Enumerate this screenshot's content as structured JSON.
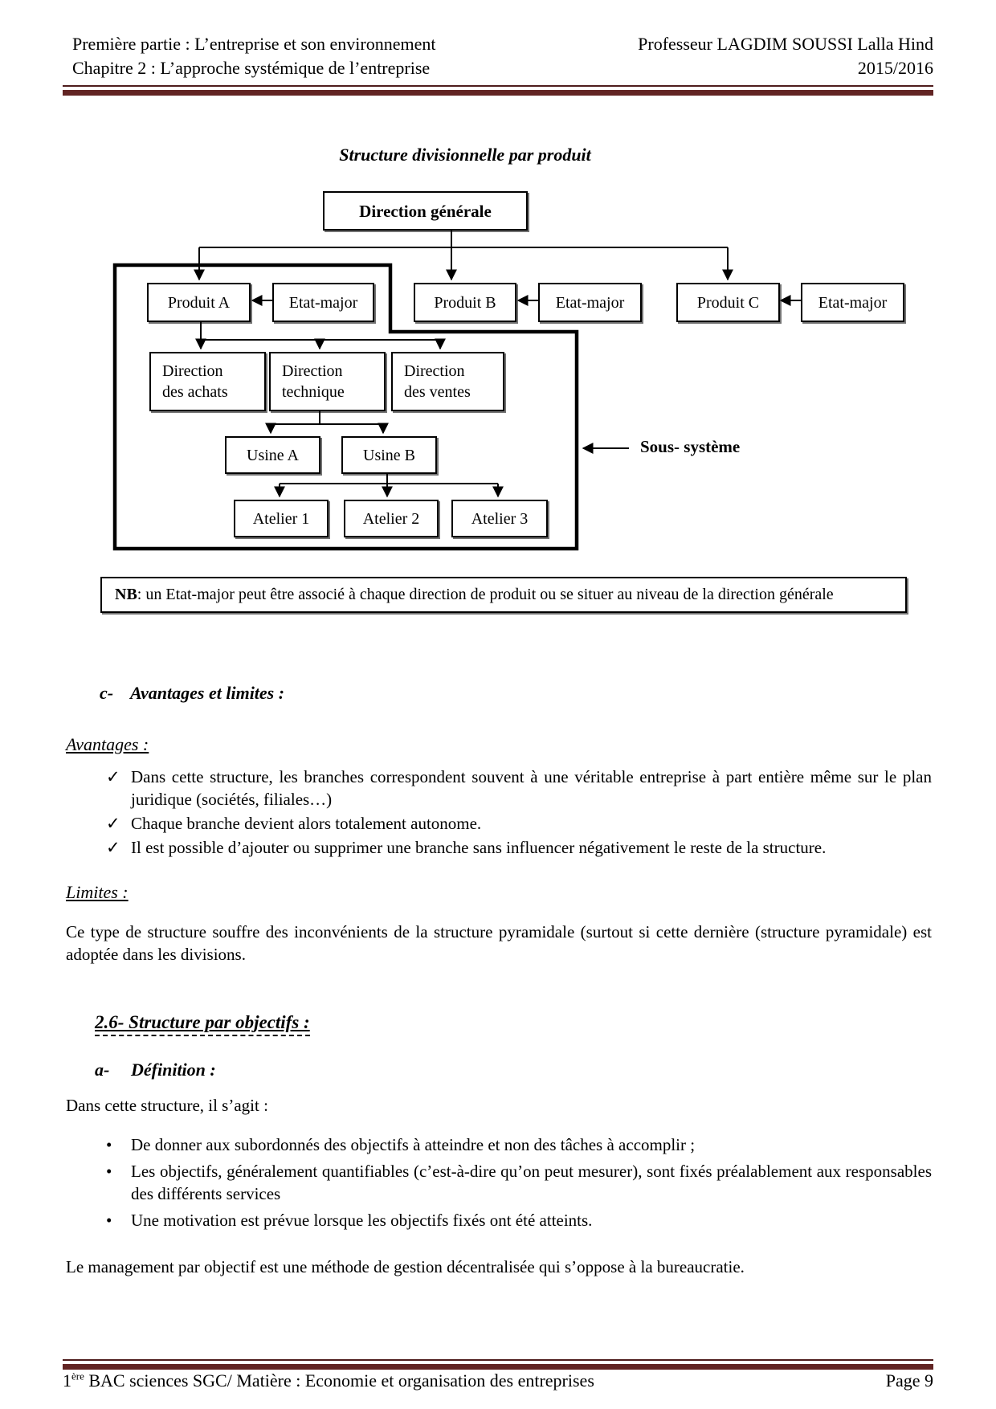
{
  "header": {
    "left_line1": "Première partie : L’entreprise et son environnement",
    "left_line2": "Chapitre 2 : L’approche systémique de l’entreprise",
    "right_line1": "Professeur LAGDIM SOUSSI Lalla Hind",
    "right_line2": "2015/2016"
  },
  "diagram": {
    "title": "Structure divisionnelle par produit",
    "nodes": {
      "direction_generale": "Direction générale",
      "produit_a": "Produit A",
      "etat_major_a": "Etat-major",
      "produit_b": "Produit B",
      "etat_major_b": "Etat-major",
      "produit_c": "Produit C",
      "etat_major_c": "Etat-major",
      "dir_achats": "Direction\ndes achats",
      "dir_technique": "Direction\ntechnique",
      "dir_ventes": "Direction\ndes ventes",
      "usine_a": "Usine A",
      "usine_b": "Usine B",
      "atelier_1": "Atelier 1",
      "atelier_2": "Atelier 2",
      "atelier_3": "Atelier 3"
    },
    "sous_systeme_label": "Sous- système",
    "nb_bold": "NB",
    "nb_rest": " : un Etat-major peut être associé à chaque direction de produit ou se situer au niveau de la direction générale"
  },
  "sections": {
    "heading_c_prefix": "c-",
    "heading_c": "Avantages et limites :",
    "avantages_heading": "Avantages :",
    "avantages_items": [
      "Dans cette structure, les branches correspondent souvent à une véritable entreprise à part entière même sur le plan juridique (sociétés, filiales…)",
      "Chaque branche devient alors totalement autonome.",
      "Il est possible d’ajouter ou supprimer une branche sans influencer négativement le reste de la structure."
    ],
    "limites_heading": "Limites :",
    "limites_paragraph": "Ce type de structure souffre des inconvénients de la structure pyramidale (surtout si cette dernière (structure pyramidale) est adoptée dans les divisions.",
    "heading_26": "2.6- Structure par objectifs :",
    "heading_a_prefix": "a-",
    "heading_a": "Définition :",
    "definition_intro": "Dans cette structure, il s’agit :",
    "definition_items": [
      "De donner aux subordonnés des objectifs à atteindre et non des tâches à accomplir ;",
      "Les objectifs, généralement quantifiables (c’est-à-dire qu’on peut mesurer), sont fixés préalablement aux responsables des différents services",
      "Une motivation est prévue lorsque les objectifs fixés ont été atteints."
    ],
    "closing_paragraph": "Le management par objectif est une méthode de gestion décentralisée qui s’oppose à la bureaucratie."
  },
  "footer": {
    "left_base": "1",
    "left_sup": "ère",
    "left_rest": " BAC sciences SGC/ Matière : Economie et organisation des entreprises",
    "page_label": "Page 9"
  },
  "bullets": {
    "check": "✓",
    "dot": "•"
  },
  "colors": {
    "rule": "#622423",
    "rule_dark": "#4e1c1c",
    "text": "#000000"
  }
}
